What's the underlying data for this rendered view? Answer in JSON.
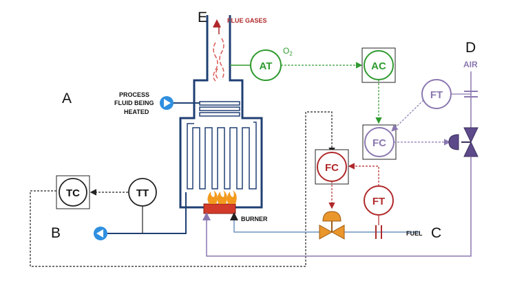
{
  "labels": {
    "a": "A",
    "b": "B",
    "c": "C",
    "d": "D",
    "e": "E"
  },
  "text": {
    "flue_gases": "FLUE GASES",
    "process_fluid_line1": "PROCESS",
    "process_fluid_line2": "FLUID BEING",
    "process_fluid_line3": "HEATED",
    "burner": "BURNER",
    "fuel": "FUEL",
    "air": "AIR",
    "o2_main": "O",
    "o2_sub": "2"
  },
  "instruments": {
    "at": "AT",
    "ac": "AC",
    "ft_air": "FT",
    "fc_air": "FC",
    "fc_fuel": "FC",
    "ft_fuel": "FT",
    "tc": "TC",
    "tt": "TT"
  },
  "colors": {
    "furnace": "#1f3f73",
    "analyzer": "#2e9a2e",
    "air_loop": "#8a77b0",
    "fuel_loop": "#b0282a",
    "fuel_line": "#6f93c0",
    "process_arrow": "#2f8fe0",
    "valve_orange": "#e9962c",
    "valve_purple": "#5c4a8a",
    "flame": "#f39a1e",
    "burner_red": "#d23a2a"
  }
}
